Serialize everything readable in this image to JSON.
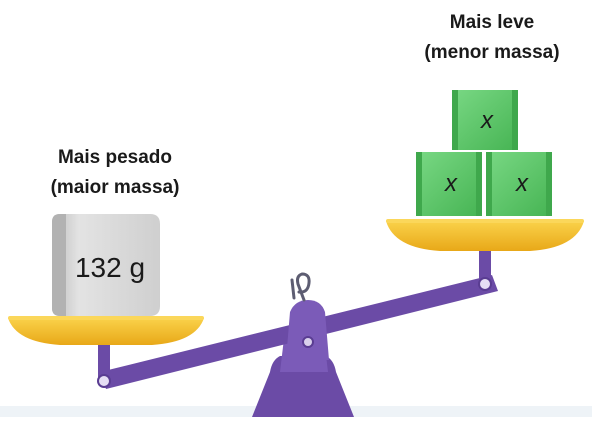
{
  "heavy_side": {
    "caption_line1": "Mais pesado",
    "caption_line2": "(maior massa)",
    "weight_label": "132 g"
  },
  "light_side": {
    "caption_line1": "Mais leve",
    "caption_line2": "(menor massa)",
    "block_labels": [
      "x",
      "x",
      "x"
    ]
  },
  "colors": {
    "pan": "#f1bf2c",
    "beam": "#6b4ba6",
    "block": "#5ec86a",
    "weight": "#d4d4d4"
  }
}
